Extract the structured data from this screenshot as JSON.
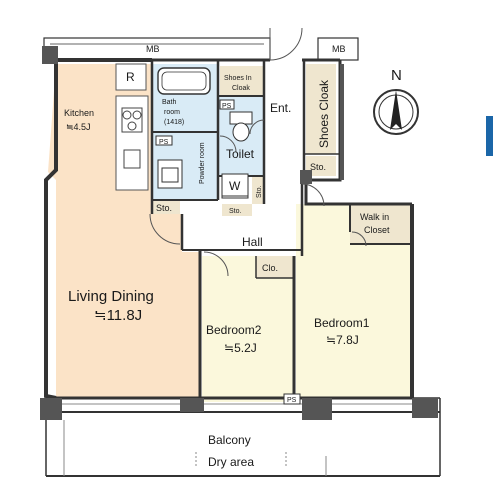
{
  "compass": {
    "letter": "N"
  },
  "labels": {
    "mb_left": "MB",
    "mb_right": "MB",
    "r": "R",
    "kitchen": "Kitchen",
    "kitchen_size": "≒4.5J",
    "bath": "Bath",
    "bath2": "room",
    "bath_size": "(1418)",
    "shoes_in_cloak_1": "Shoes In",
    "shoes_in_cloak_2": "Cloak",
    "ent": "Ent.",
    "shoes_cloak": "Shoes Cloak",
    "ps_top": "PS",
    "ps_kitchen": "PS",
    "ps_bottom": "PS",
    "toilet": "Toilet",
    "powder_room": "Powder room",
    "w": "W",
    "sto_kitchen": "Sto.",
    "sto_hall": "Sto.",
    "sto_small": "Sto.",
    "sto_right": "Sto.",
    "walk_in_1": "Walk in",
    "walk_in_2": "Closet",
    "hall": "Hall",
    "clo": "Clo.",
    "living_dining": "Living Dining",
    "living_size": "≒11.8J",
    "bedroom2": "Bedroom2",
    "bedroom2_size": "≒5.2J",
    "bedroom1": "Bedroom1",
    "bedroom1_size": "≒7.8J",
    "balcony": "Balcony",
    "dry_area": "Dry area"
  },
  "colors": {
    "living": "#fbe3c7",
    "bedroom": "#fbf8dc",
    "wet": "#d9ebf6",
    "storage": "#efe6cf",
    "wall": "#333333",
    "accent": "#1b66a8"
  }
}
